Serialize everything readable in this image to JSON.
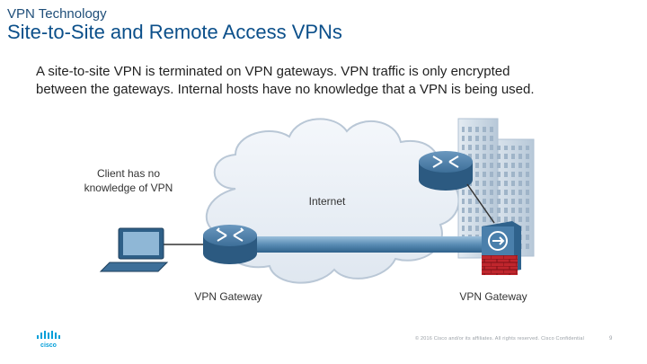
{
  "header": {
    "section": "VPN Technology",
    "title": "Site-to-Site and Remote Access VPNs"
  },
  "body": {
    "line1": "A site-to-site VPN is terminated on VPN gateways. VPN traffic is only encrypted",
    "line2": "between the gateways. Internal hosts have no knowledge that a VPN is being used."
  },
  "diagram": {
    "client_note_line1": "Client has no",
    "client_note_line2": "knowledge of VPN",
    "internet_label": "Internet",
    "left_gateway_label": "VPN Gateway",
    "right_gateway_label": "VPN Gateway",
    "colors": {
      "cloud": "#e8eef5",
      "router": "#3d6f99",
      "tunnel": "#5a8db5",
      "building": "#c9d7e3",
      "firewall_brick": "#c0262d"
    }
  },
  "footer": {
    "logo_text": "cisco",
    "copyright": "© 2016 Cisco and/or its affiliates. All rights reserved. Cisco Confidential",
    "page": "9"
  }
}
